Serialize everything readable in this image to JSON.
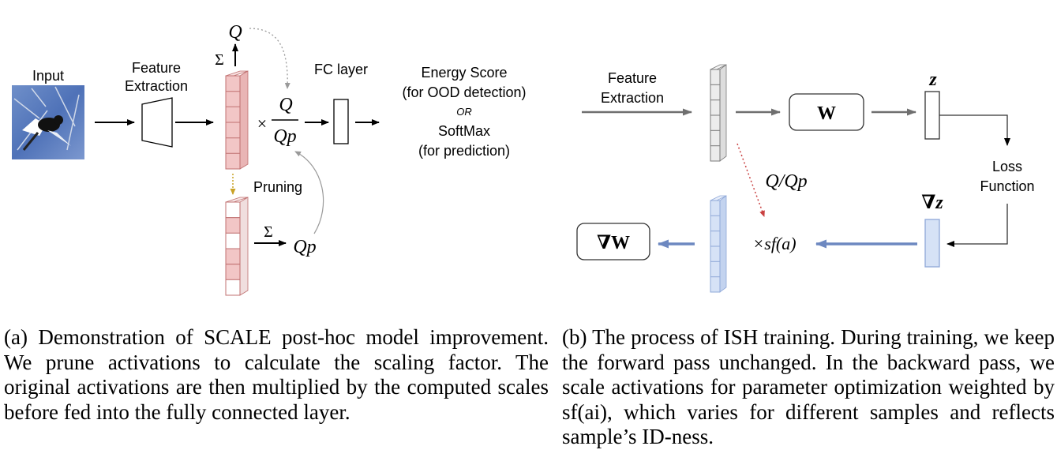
{
  "panel_a": {
    "input_label": "Input",
    "feature_extraction_line1": "Feature",
    "feature_extraction_line2": "Extraction",
    "sum_symbol": "Σ",
    "q_label": "Q",
    "times_symbol": "×",
    "fraction_numerator": "Q",
    "fraction_denominator": "Qp",
    "fc_layer_label": "FC layer",
    "pruning_label": "Pruning",
    "qp_label": "Qp",
    "output_line1": "Energy Score",
    "output_line2": "(for OOD detection)",
    "output_line3": "OR",
    "output_line4": "SoftMax",
    "output_line5": "(for prediction)"
  },
  "panel_b": {
    "feature_extraction_line1": "Feature",
    "feature_extraction_line2": "Extraction",
    "w_label": "W",
    "z_label": "z",
    "loss_line1": "Loss",
    "loss_line2": "Function",
    "grad_z_label": "∇z",
    "q_over_qp_label": "Q/Qp",
    "scale_label": "×sf(a)",
    "grad_w_label": "∇W"
  },
  "captions": {
    "a": "(a) Demonstration of SCALE post-hoc model improvement. We prune activations to calculate the scaling factor. The original activations are then multiplied by the computed scales before fed into the fully connected layer.",
    "b": "(b) The process of ISH training. During training, we keep the forward pass unchanged. In the backward pass, we scale activations for parameter optimization weighted by sf(ai), which varies for different samples and reflects sample’s ID-ness."
  },
  "colors": {
    "red_fill": "#f2c6c6",
    "red_stroke": "#c07070",
    "blue_fill": "#d6e2f6",
    "blue_stroke": "#8fa8d8",
    "blue_arrow": "#6d88c0",
    "gray_fill": "#ececec",
    "gray_stroke": "#7a7a7a",
    "gold_dotted": "#c9a227",
    "red_dotted": "#c94040"
  }
}
